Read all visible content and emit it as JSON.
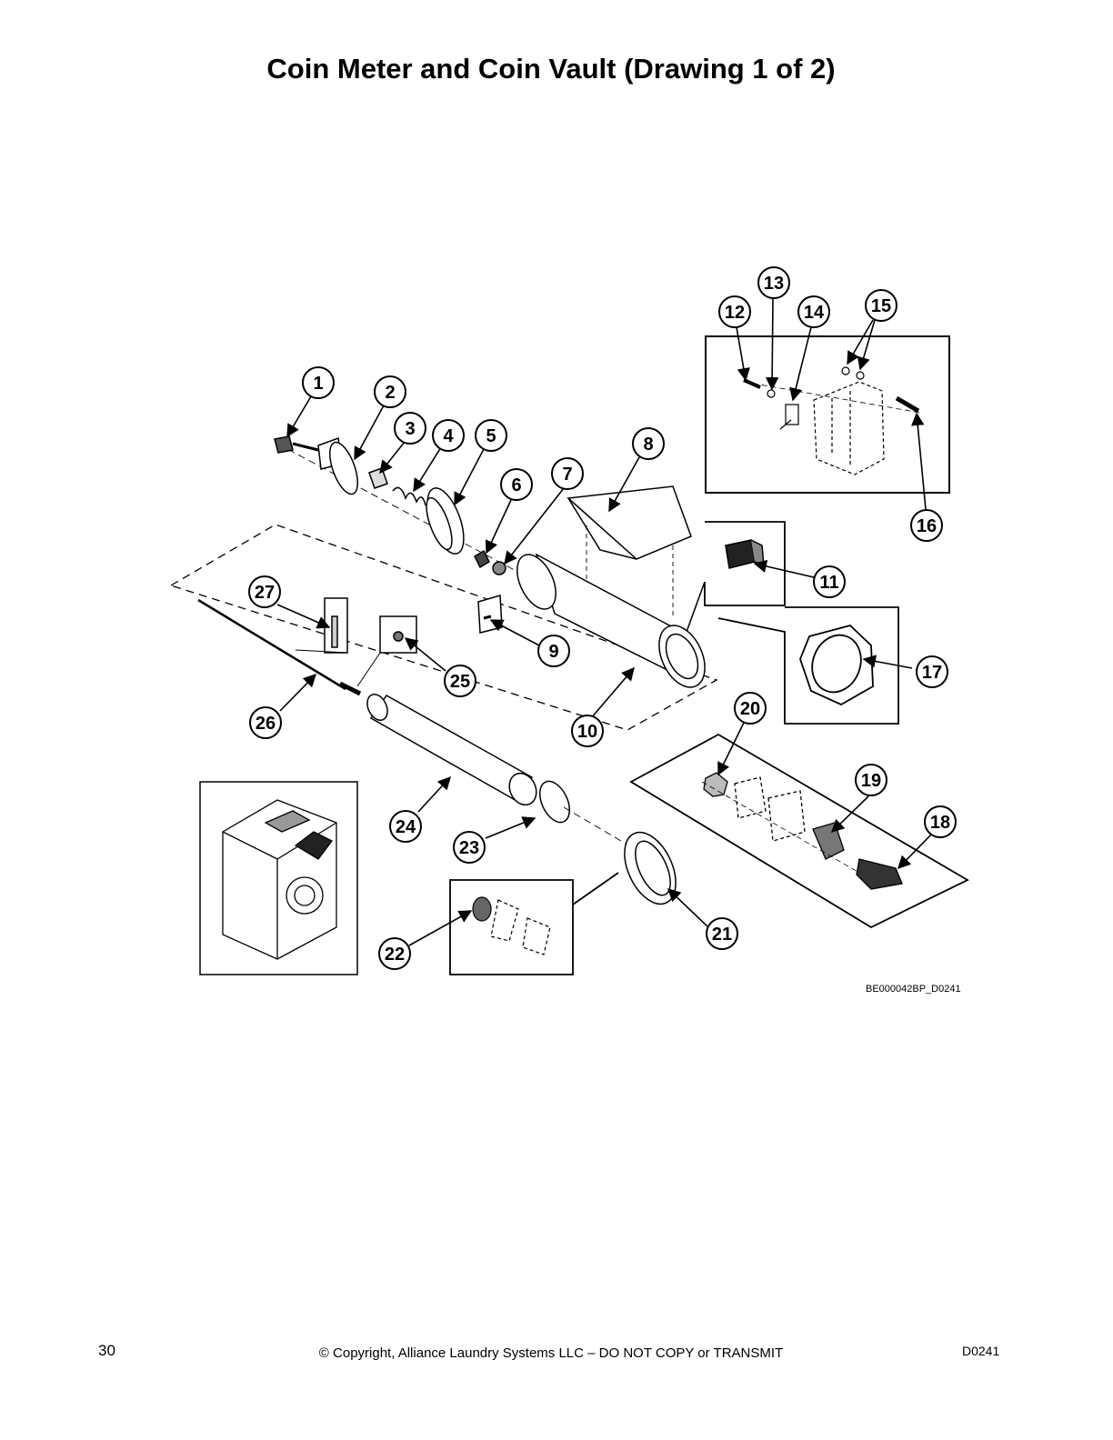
{
  "page": {
    "title": "Coin Meter and Coin Vault (Drawing 1 of 2)",
    "drawing_code": "BE000042BP_D0241",
    "page_number": "30",
    "copyright": "© Copyright, Alliance Laundry Systems LLC – DO NOT COPY or TRANSMIT",
    "doc_code": "D0241"
  },
  "callouts": [
    "1",
    "2",
    "3",
    "4",
    "5",
    "6",
    "7",
    "8",
    "9",
    "10",
    "11",
    "12",
    "13",
    "14",
    "15",
    "16",
    "17",
    "18",
    "19",
    "20",
    "21",
    "22",
    "23",
    "24",
    "25",
    "26",
    "27"
  ]
}
